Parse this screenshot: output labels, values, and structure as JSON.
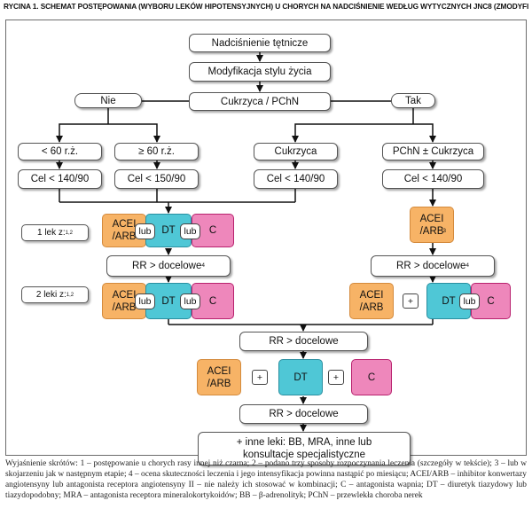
{
  "figure": {
    "title": "RYCINA 1. SCHEMAT POSTĘPOWANIA (WYBORU LEKÓW HIPOTENSYJNYCH) U CHORYCH NA NADCIŚNIENIE WEDŁUG WYTYCZNYCH JNC8 (ZMODYFIKOWANO)",
    "footnote": "Wyjaśnienie skrótów: 1 – postępowanie u chorych rasy innej niż czarna; 2 – podano trzy sposoby rozpoczynania leczenia (szczegóły w tekście); 3 – lub w skojarzeniu jak w następnym etapie; 4 – ocena skuteczności leczenia i jego intensyfikacja powinna nastąpić po miesiącu; ACEI/ARB – inhibitor konwertazy angiotensyny lub antagonista receptora angiotensyny II – nie należy ich stosować w kombinacji; C – antagonista wapnia; DT – diuretyk tiazydowy lub tiazydopodobny; MRA – antagonista receptora mineralokortykoidów; BB – β-adrenolityk; PChN – przewlekła choroba nerek"
  },
  "flow": {
    "start": "Nadciśnienie tętnicze",
    "lifestyle": "Modyfikacja stylu życia",
    "question": "Cukrzyca / PChN",
    "no": "Nie",
    "yes": "Tak",
    "age_lt60": "< 60 r.ż.",
    "age_ge60": "≥ 60 r.ż.",
    "diabetes": "Cukrzyca",
    "ckd_diabetes": "PChN ± Cukrzyca",
    "goal_140": "Cel < 140/90",
    "goal_150": "Cel < 150/90",
    "one_drug": "1 lek z:",
    "one_drug_sup": "1,2",
    "two_drugs": "2 leki z:",
    "two_drugs_sup": "1,2",
    "rr_target_note": "RR > docelowe",
    "rr_target_sup": "4",
    "rr_target": "RR > docelowe",
    "final": "+ inne leki: BB, MRA, inne lub konsultacje specjalistyczne"
  },
  "drugs": {
    "acei": "ACEI /ARB",
    "acei_sup": "3",
    "dt": "DT",
    "c": "C",
    "or": "lub",
    "plus": "+"
  }
}
